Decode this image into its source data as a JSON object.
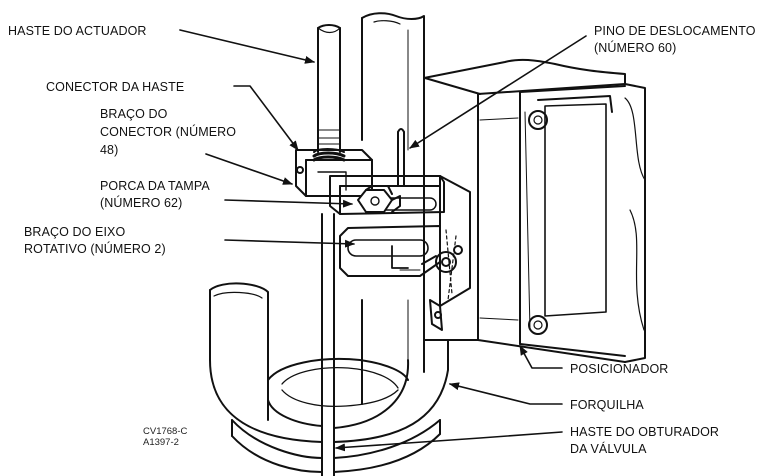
{
  "labels": {
    "actuator_stem": "HASTE DO ACTUADOR",
    "stem_connector": "CONECTOR DA HASTE",
    "connector_arm_1": "BRAÇO DO",
    "connector_arm_2": "CONECTOR (NÚMERO",
    "connector_arm_3": "48)",
    "cap_nut_1": "PORCA DA TAMPA",
    "cap_nut_2": "(NÚMERO 62)",
    "shaft_arm_1": "BRAÇO DO EIXO",
    "shaft_arm_2": "ROTATIVO (NÚMERO 2)",
    "travel_pin_1": "PINO DE DESLOCAMENTO",
    "travel_pin_2": "(NÚMERO 60)",
    "positioner": "POSICIONADOR",
    "yoke": "FORQUILHA",
    "plug_stem_1": "HASTE DO OBTURADOR",
    "plug_stem_2": "DA VÁLVULA"
  },
  "codes": {
    "line1": "CV1768-C",
    "line2": "A1397-2"
  },
  "colors": {
    "ink": "#111111",
    "paper": "#ffffff"
  }
}
